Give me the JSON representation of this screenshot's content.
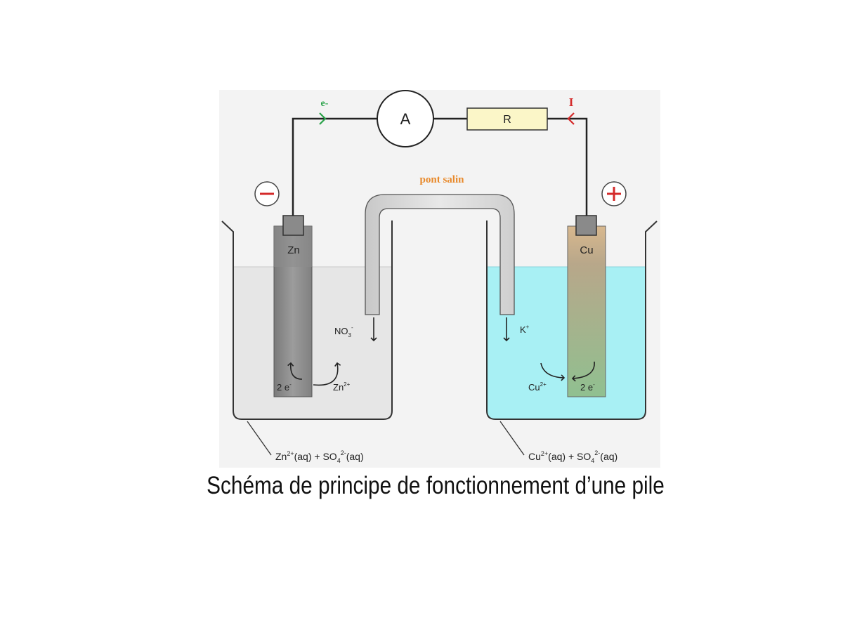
{
  "labels": {
    "electron_flow": "e-",
    "current": "I",
    "ammeter": "A",
    "resistor": "R",
    "salt_bridge": "pont salin",
    "zn_electrode": "Zn",
    "cu_electrode": "Cu",
    "anode_sign": "−",
    "cathode_sign": "+",
    "nitrate_ion": {
      "base": "NO",
      "sub": "3",
      "sup": "-"
    },
    "potassium_ion": {
      "base": "K",
      "sup": "+"
    },
    "zn_electrons": {
      "base": "2 e",
      "sup": "-"
    },
    "zn_ion": {
      "base": "Zn",
      "sup": "2+"
    },
    "cu_ion": {
      "base": "Cu",
      "sup": "2+"
    },
    "cu_electrons": {
      "base": "2 e",
      "sup": "-"
    },
    "left_solution": {
      "a": "Zn",
      "a_sup": "2+",
      "b": "(aq) + SO",
      "b_sub": "4",
      "b_sup": "2-",
      "c": "(aq)"
    },
    "right_solution": {
      "a": "Cu",
      "a_sup": "2+",
      "b": "(aq) + SO",
      "b_sub": "4",
      "b_sup": "2-",
      "c": "(aq)"
    }
  },
  "caption": "Schéma de principe de fonctionnement d’une pile",
  "colors": {
    "electron_arrow": "#2aa24a",
    "current_arrow": "#d42a2a",
    "salt_bridge_label": "#e8892a",
    "resistor_fill": "#fbf6c8",
    "left_solution": "#e6e6e6",
    "right_solution": "#a8f0f4",
    "zinc": "#8a8a8a",
    "copper": "#c99c6e"
  }
}
